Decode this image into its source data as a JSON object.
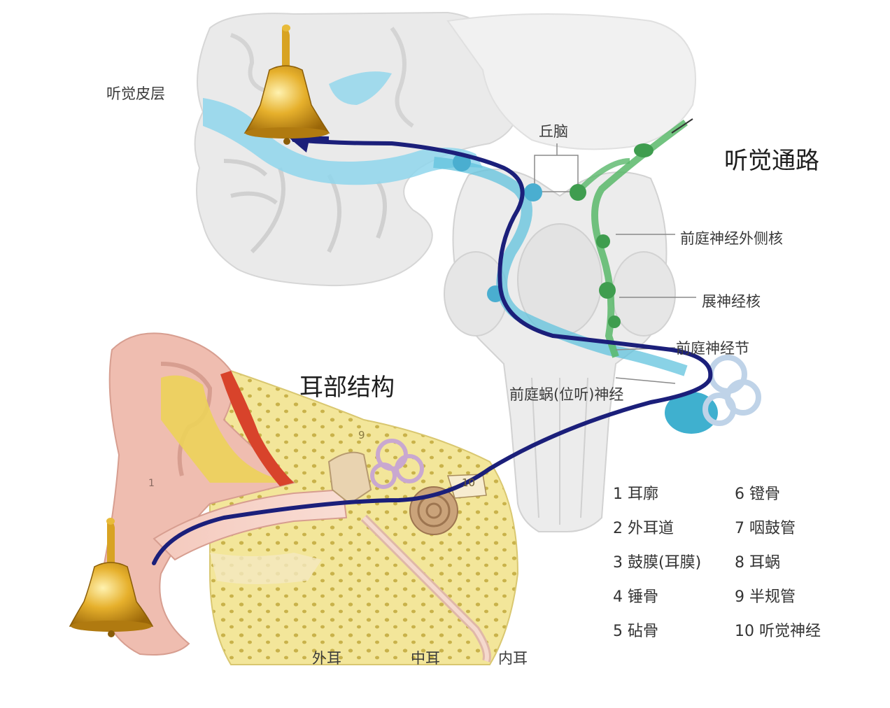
{
  "titles": {
    "pathway": "听觉通路",
    "ear_structure": "耳部结构"
  },
  "labels": {
    "auditory_cortex": "听觉皮层",
    "colliculus": "丘脑",
    "lateral_vestibular_nucleus": "前庭神经外侧核",
    "abducens_nucleus": "展神经核",
    "vestibular_ganglion": "前庭神经节",
    "vestibulocochlear_nerve": "前庭蜗(位听)神经",
    "outer_ear": "外耳",
    "middle_ear": "中耳",
    "inner_ear": "内耳",
    "ear_num_1": "1",
    "ear_num_9": "9",
    "ear_num_10": "10"
  },
  "legend": [
    {
      "num": "1",
      "text": "耳廓"
    },
    {
      "num": "2",
      "text": "外耳道"
    },
    {
      "num": "3",
      "text": "鼓膜(耳膜)"
    },
    {
      "num": "4",
      "text": "锤骨"
    },
    {
      "num": "5",
      "text": "砧骨"
    },
    {
      "num": "6",
      "text": "镫骨"
    },
    {
      "num": "7",
      "text": "咽鼓管"
    },
    {
      "num": "8",
      "text": "耳蜗"
    },
    {
      "num": "9",
      "text": "半规管"
    },
    {
      "num": "10",
      "text": "听觉神经"
    }
  ],
  "colors": {
    "pathway_line": "#1b1f7a",
    "auditory_tract": "#5bc3de",
    "vestibular_tract": "#4fae5a",
    "bell": "#d9a21e",
    "pinna": "#efbdb0",
    "bone": "#f2e27a"
  }
}
